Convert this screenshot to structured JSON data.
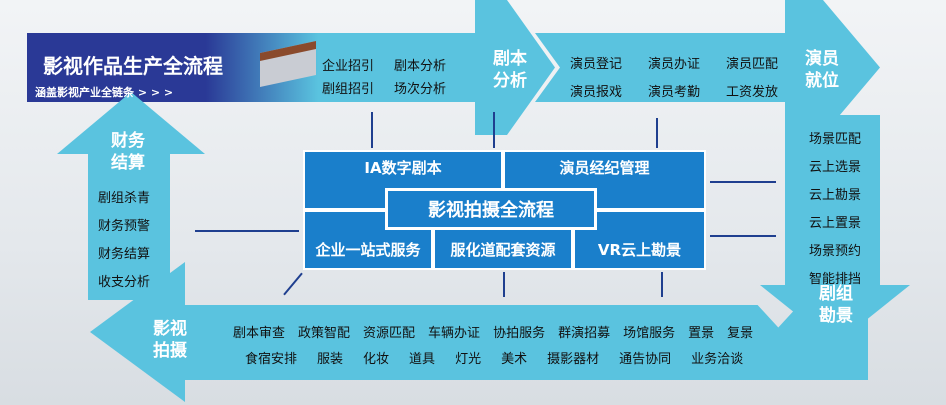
{
  "title": {
    "main": "影视作品生产全流程",
    "sub": "涵盖影视产业全链条 > > >"
  },
  "top_items": [
    "企业招引",
    "剧本分析",
    "剧组招引",
    "场次分析"
  ],
  "stage_script": "剧本\n分析",
  "actor_items": [
    "演员登记",
    "演员办证",
    "演员匹配",
    "演员报戏",
    "演员考勤",
    "工资发放"
  ],
  "stage_actor": "演员\n就位",
  "right_items": [
    "场景匹配",
    "云上选景",
    "云上勘景",
    "云上置景",
    "场景预约",
    "智能排挡"
  ],
  "stage_scout": "剧组\n勘景",
  "bottom_row1": [
    "剧本审查",
    "政策智配",
    "资源匹配",
    "车辆办证",
    "协拍服务",
    "群演招募",
    "场馆服务",
    "置景",
    "复景"
  ],
  "bottom_row2": [
    "食宿安排",
    "服装",
    "化妆",
    "道具",
    "灯光",
    "美术",
    "摄影器材",
    "通告协同",
    "业务洽谈"
  ],
  "stage_shoot": "影视\n拍摄",
  "stage_finance": "财务\n结算",
  "left_items": [
    "剧组杀青",
    "财务预警",
    "财务结算",
    "收支分析"
  ],
  "center": {
    "ia": "IA数字剧本",
    "actor_mgmt": "演员经纪管理",
    "title": "影视拍摄全流程",
    "enterprise": "企业一站式服务",
    "costume": "服化道配套资源",
    "vr": "VR云上勘景"
  }
}
